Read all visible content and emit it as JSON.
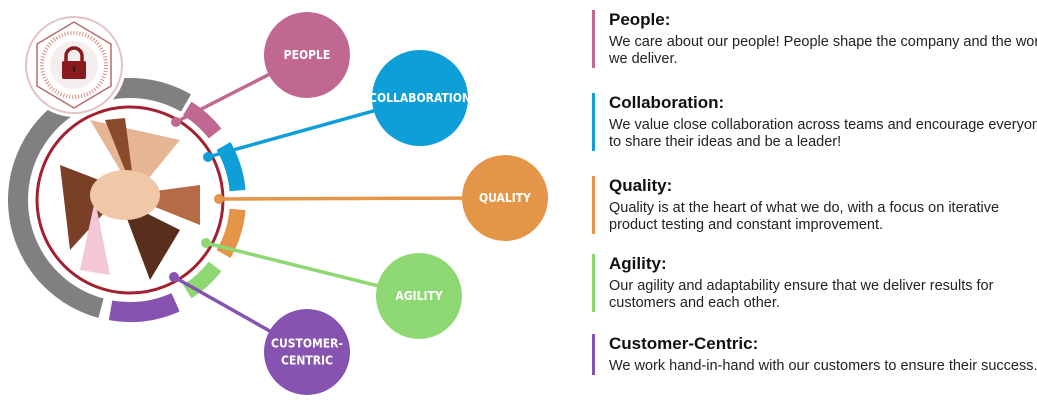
{
  "values": [
    {
      "key": "people",
      "bubble": [
        "PEOPLE"
      ],
      "title": "People:",
      "text": "We care about our people! People shape the company and the work we deliver.",
      "color": "#c06892"
    },
    {
      "key": "collaboration",
      "bubble": [
        "COLLABORATION"
      ],
      "title": "Collaboration:",
      "text": "We value close collaboration across teams and encourage everyone to share their ideas and be a leader!",
      "color": "#0f9fd8"
    },
    {
      "key": "quality",
      "bubble": [
        "QUALITY"
      ],
      "title": "Quality:",
      "text": "Quality is at the heart of what we do, with a focus on iterative product testing and constant improvement.",
      "color": "#e59548"
    },
    {
      "key": "agility",
      "bubble": [
        "AGILITY"
      ],
      "title": "Agility:",
      "text": "Our agility and adaptability ensure that we deliver results for customers and each other.",
      "color": "#8ed873"
    },
    {
      "key": "customer-centric",
      "bubble": [
        "CUSTOMER-",
        "CENTRIC"
      ],
      "title": "Customer-Centric:",
      "text": "We work hand-in-hand with our customers to ensure their success.",
      "color": "#8653b0"
    }
  ],
  "colors": {
    "ring": "#808080",
    "inner_ring": "#a3202e",
    "lock": "#8b1a1f"
  }
}
